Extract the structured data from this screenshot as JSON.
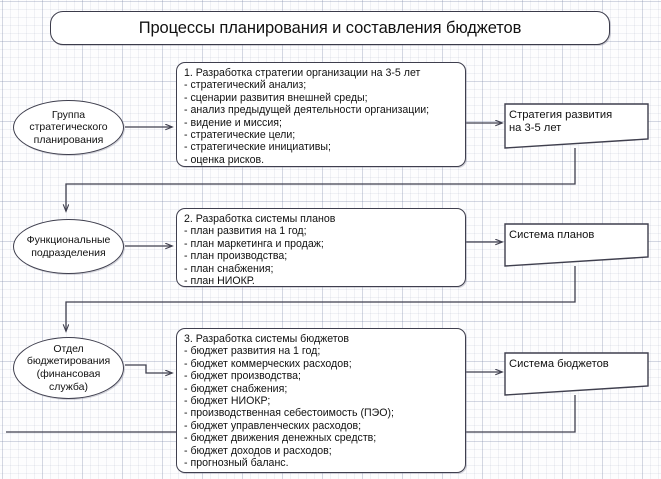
{
  "title": {
    "text": "Процессы планирования и составления бюджетов"
  },
  "colors": {
    "stroke": "#3f3f4e",
    "text": "#111111",
    "background": "#fdfdfe",
    "grid": "#8a93ad"
  },
  "rows": [
    {
      "actor": "Группа\nстратегического\nпланирования",
      "actor_lines": [
        "Группа",
        "стратегического",
        "планирования"
      ],
      "process_title": "1. Разработка стратегии организации на 3-5 лет",
      "process_lines": [
        "1. Разработка стратегии организации на 3-5 лет",
        "- стратегический анализ;",
        "- сценарии развития внешней среды;",
        "- анализ предыдущей деятельности организации;",
        "- видение и миссия;",
        "- стратегические цели;",
        "- стратегические инициативы;",
        "- оценка рисков."
      ],
      "output_lines": [
        "Стратегия развития",
        "на 3-5 лет"
      ]
    },
    {
      "actor": "Функциональные\nподразделения",
      "actor_lines": [
        "Функциональные",
        "подразделения"
      ],
      "process_title": "2. Разработка системы планов",
      "process_lines": [
        "2. Разработка системы планов",
        "- план развития на 1 год;",
        "- план маркетинга и продаж;",
        "- план производства;",
        "- план снабжения;",
        "- план НИОКР."
      ],
      "output_lines": [
        "Система планов"
      ]
    },
    {
      "actor": "Отдел\nбюджетирования\n(финансовая\nслужба)",
      "actor_lines": [
        "Отдел",
        "бюджетирования",
        "(финансовая",
        "служба)"
      ],
      "process_title": "3. Разработка системы бюджетов",
      "process_lines": [
        "3. Разработка системы бюджетов",
        "- бюджет развития на 1 год;",
        "- бюджет коммерческих расходов;",
        "- бюджет производства;",
        "- бюджет снабжения;",
        "- бюджет НИОКР;",
        "- производственная себестоимость (ПЭО);",
        "- бюджет управленческих расходов;",
        "- бюджет движения денежных средств;",
        "- бюджет доходов и расходов;",
        "- прогнозный баланс."
      ],
      "output_lines": [
        "Система бюджетов"
      ]
    }
  ]
}
